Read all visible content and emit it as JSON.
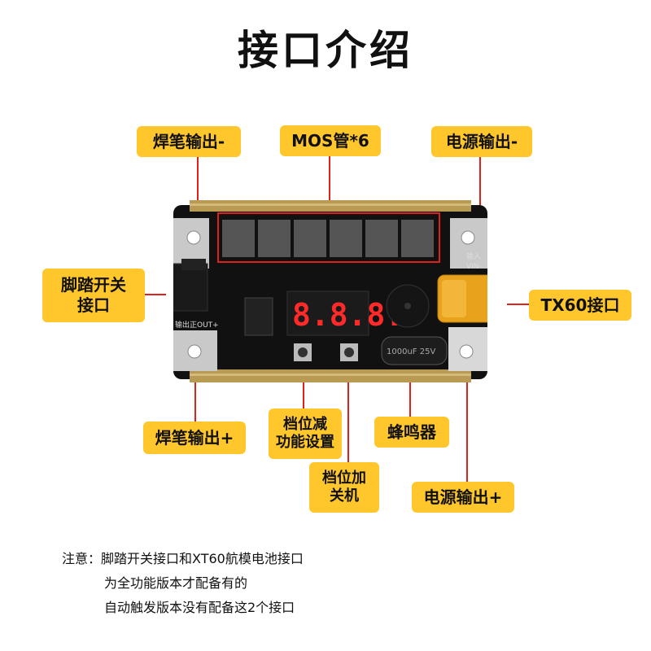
{
  "title": "接口介绍",
  "labels": {
    "pen_out_neg": "焊笔输出-",
    "mos": "MOS管*6",
    "power_out_neg": "电源输出-",
    "foot_switch": "脚踏开关\n接口",
    "tx60": "TX60接口",
    "pen_out_pos": "焊笔输出+",
    "gear_down": "档位减\n功能设置",
    "buzzer": "蜂鸣器",
    "gear_up": "档位加\n关机",
    "power_out_pos": "电源输出+"
  },
  "board": {
    "display": "8.8.8.",
    "silk_input": "输入",
    "silk_vin": "VIN-",
    "silk_out": "输出正OUT+",
    "cap_text": "1000uF 25V"
  },
  "note": {
    "prefix": "注意：",
    "line1": "脚踏开关接口和XT60航模电池接口",
    "line2": "为全功能版本才配备有的",
    "line3": "自动触发版本没有配备这2个接口"
  },
  "colors": {
    "label_bg": "#ffc72c",
    "line": "#e0201b",
    "pcb": "#111111",
    "copper": "#b89a52"
  }
}
